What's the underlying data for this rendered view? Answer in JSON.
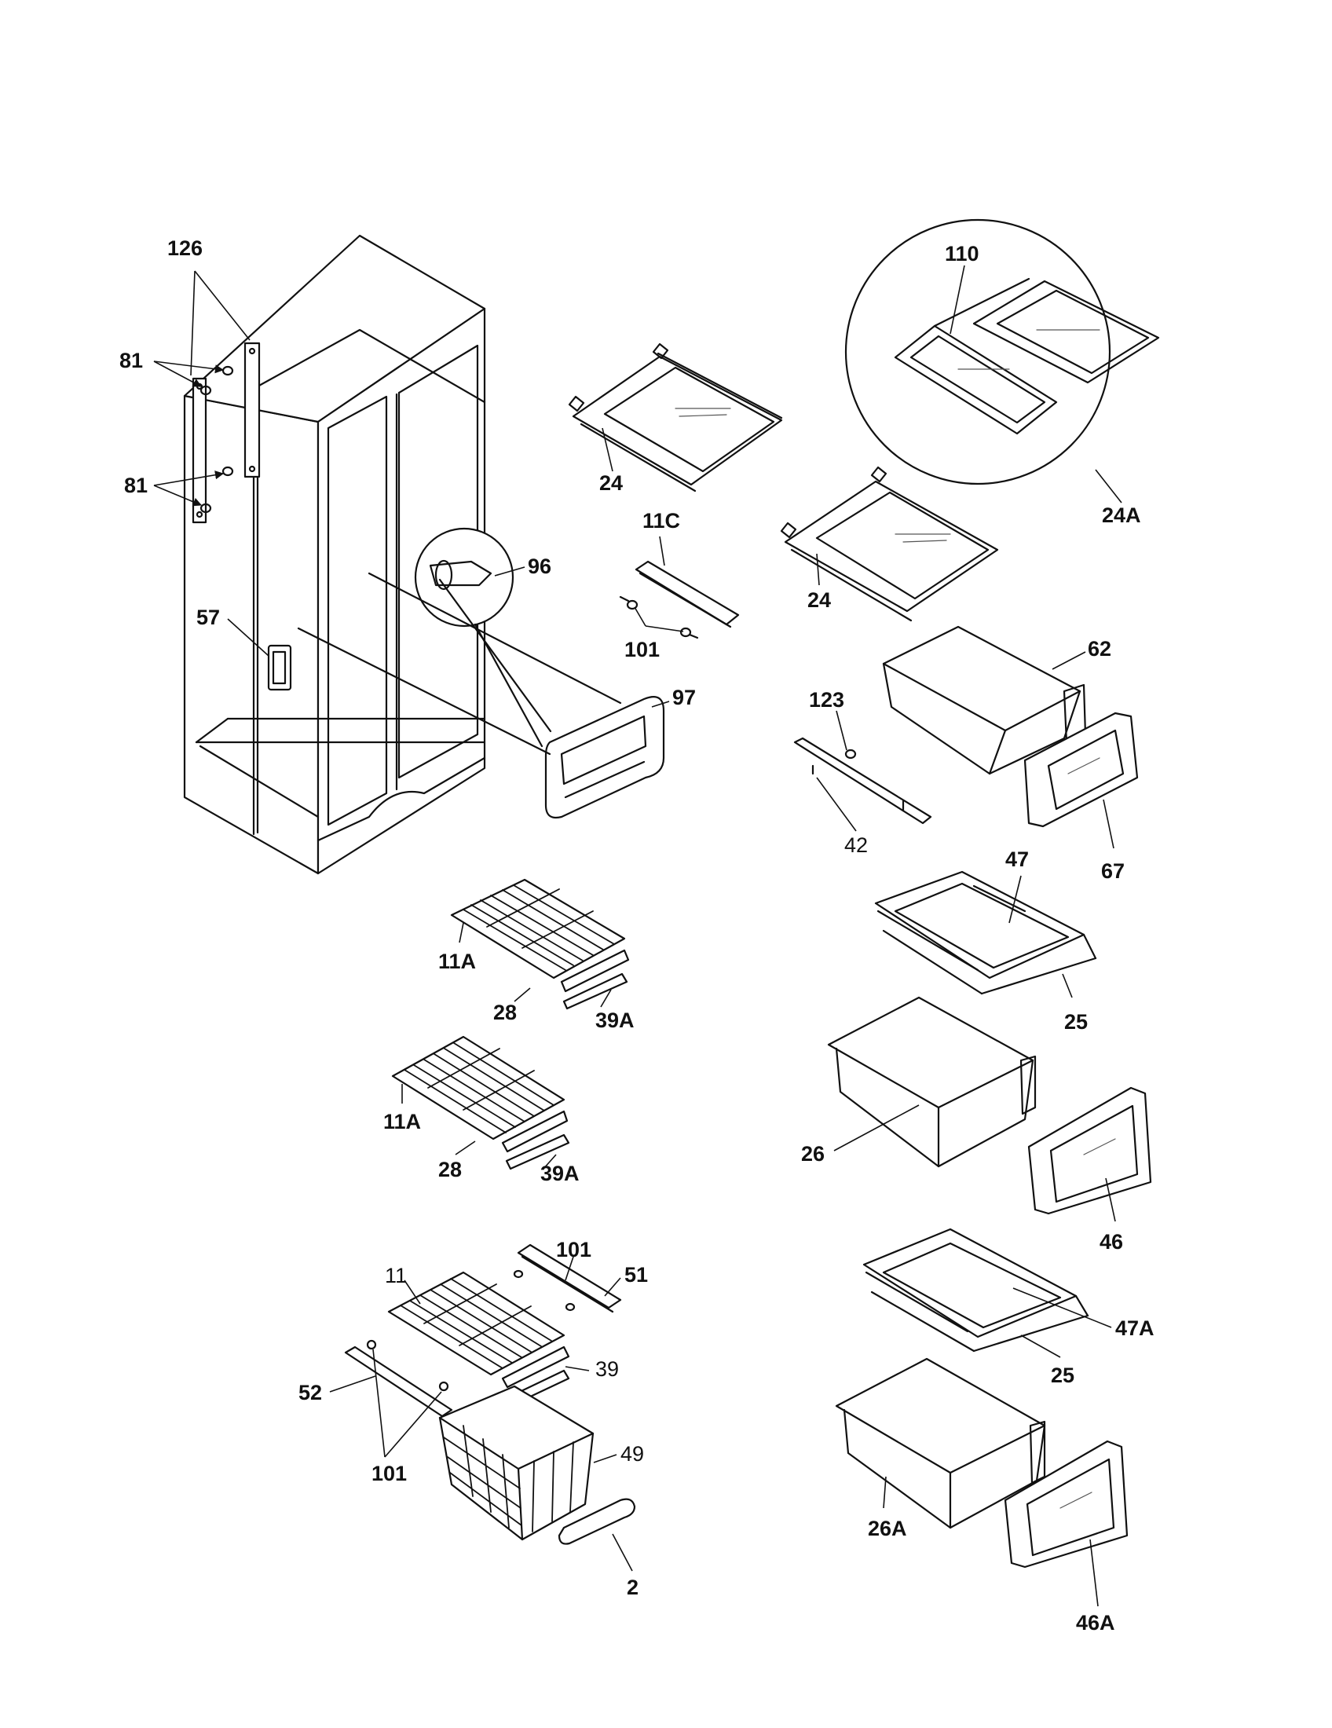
{
  "diagram": {
    "labels": {
      "l126": "126",
      "l81a": "81",
      "l81b": "81",
      "l57": "57",
      "l96": "96",
      "l97": "97",
      "l24a": "24",
      "l11c": "11C",
      "l101a": "101",
      "l24b": "24",
      "l110": "110",
      "l24A": "24A",
      "l62": "62",
      "l123": "123",
      "l42": "42",
      "l67": "67",
      "l47": "47",
      "l25a": "25",
      "l11Aa": "11A",
      "l28a": "28",
      "l39Aa": "39A",
      "l26": "26",
      "l46": "46",
      "l11Ab": "11A",
      "l28b": "28",
      "l39Ab": "39A",
      "l101b": "101",
      "l51": "51",
      "l11": "11",
      "l39": "39",
      "l47A": "47A",
      "l25b": "25",
      "l52": "52",
      "l101c": "101",
      "l49": "49",
      "l26A": "26A",
      "l2": "2",
      "l46A": "46A"
    }
  }
}
